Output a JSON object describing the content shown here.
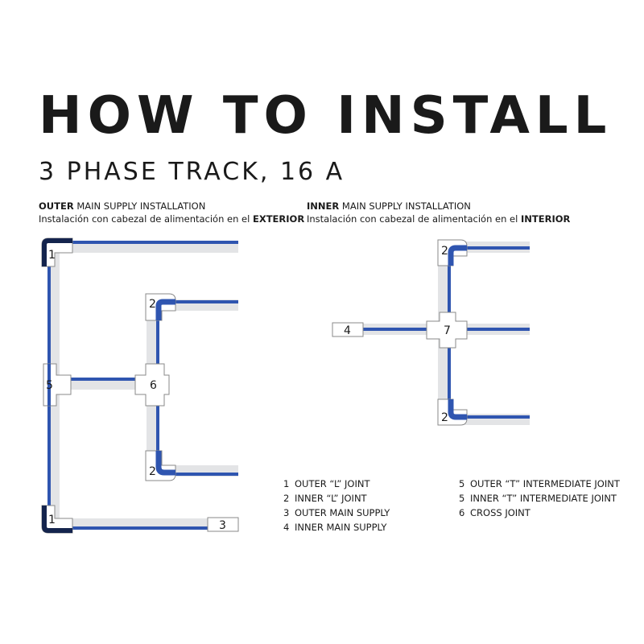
{
  "title": "HOW TO INSTALL",
  "subtitle": "3 PHASE TRACK, 16 A",
  "outer_section": {
    "heading_bold": "OUTER",
    "heading_rest": " MAIN SUPPLY INSTALLATION",
    "spanish_prefix": "Instalación con cabezal de alimentación en el ",
    "spanish_bold": "EXTERIOR"
  },
  "inner_section": {
    "heading_bold": "INNER",
    "heading_rest": " MAIN SUPPLY INSTALLATION",
    "spanish_prefix": "Instalación con cabezal de alimentación en el ",
    "spanish_bold": "INTERIOR"
  },
  "legend_left": [
    {
      "num": "1",
      "text": "OUTER “L” JOINT"
    },
    {
      "num": "2",
      "text": "INNER “L” JOINT"
    },
    {
      "num": "3",
      "text": "OUTER MAIN SUPPLY"
    },
    {
      "num": "4",
      "text": "INNER MAIN SUPPLY"
    }
  ],
  "legend_right": [
    {
      "num": "5",
      "text": "OUTER “T” INTERMEDIATE JOINT"
    },
    {
      "num": "5",
      "text": "INNER “T” INTERMEDIATE JOINT"
    },
    {
      "num": "6",
      "text": "CROSS JOINT"
    }
  ],
  "joint_labels": {
    "outer_l_top": "1",
    "outer_l_bottom": "1",
    "inner_l_a": "2",
    "inner_l_b": "2",
    "t_joint": "5",
    "cross_left": "6",
    "outer_supply": "3",
    "inner_l_top": "2",
    "inner_l_bottom": "2",
    "cross_right": "7",
    "inner_supply": "4"
  },
  "colors": {
    "track_blue": "#2f55b0",
    "track_grey": "#e3e4e6",
    "joint_dark": "#14244d",
    "joint_border": "#8a8a8a",
    "text": "#1a1a1a"
  }
}
